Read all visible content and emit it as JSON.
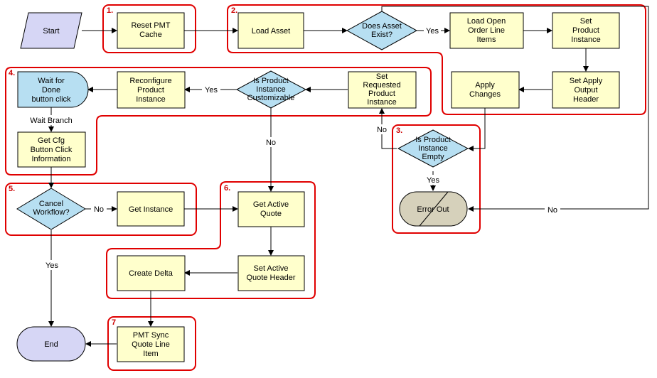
{
  "nodes": {
    "start": "Start",
    "reset_pmt": [
      "Reset PMT",
      "Cache"
    ],
    "load_asset": "Load Asset",
    "does_asset_exist": [
      "Does Asset",
      "Exist?"
    ],
    "load_open_order": [
      "Load Open",
      "Order Line",
      "Items"
    ],
    "set_product_instance": [
      "Set",
      "Product",
      "Instance"
    ],
    "set_apply_output": [
      "Set Apply",
      "Output",
      "Header"
    ],
    "apply_changes": [
      "Apply",
      "Changes"
    ],
    "set_requested": [
      "Set",
      "Requested",
      "Product",
      "Instance"
    ],
    "is_customizable": [
      "Is Product",
      "Instance",
      "Customizable"
    ],
    "reconfigure": [
      "Reconfigure",
      "Product",
      "Instance"
    ],
    "wait_done": [
      "Wait for",
      "Done",
      "button click"
    ],
    "get_cfg": [
      "Get Cfg",
      "Button Click",
      "Information"
    ],
    "is_empty": [
      "Is Product",
      "Instance",
      "Empty"
    ],
    "error_out": "Error Out",
    "cancel_workflow": [
      "Cancel",
      "Workflow?"
    ],
    "get_instance": "Get Instance",
    "get_active_quote": [
      "Get Active",
      "Quote"
    ],
    "set_active_quote_header": [
      "Set Active",
      "Quote Header"
    ],
    "create_delta": "Create Delta",
    "pmt_sync": [
      "PMT Sync",
      "Quote Line",
      "Item"
    ],
    "end": "End"
  },
  "edge_labels": {
    "asset_yes": "Yes",
    "asset_no": "No",
    "custom_yes": "Yes",
    "custom_no": "No",
    "empty_no": "No",
    "empty_yes": "Yes",
    "wait_branch": "Wait Branch",
    "cancel_no": "No",
    "cancel_yes": "Yes"
  },
  "groups": [
    "1.",
    "2.",
    "3.",
    "4.",
    "5.",
    "6.",
    "7"
  ]
}
